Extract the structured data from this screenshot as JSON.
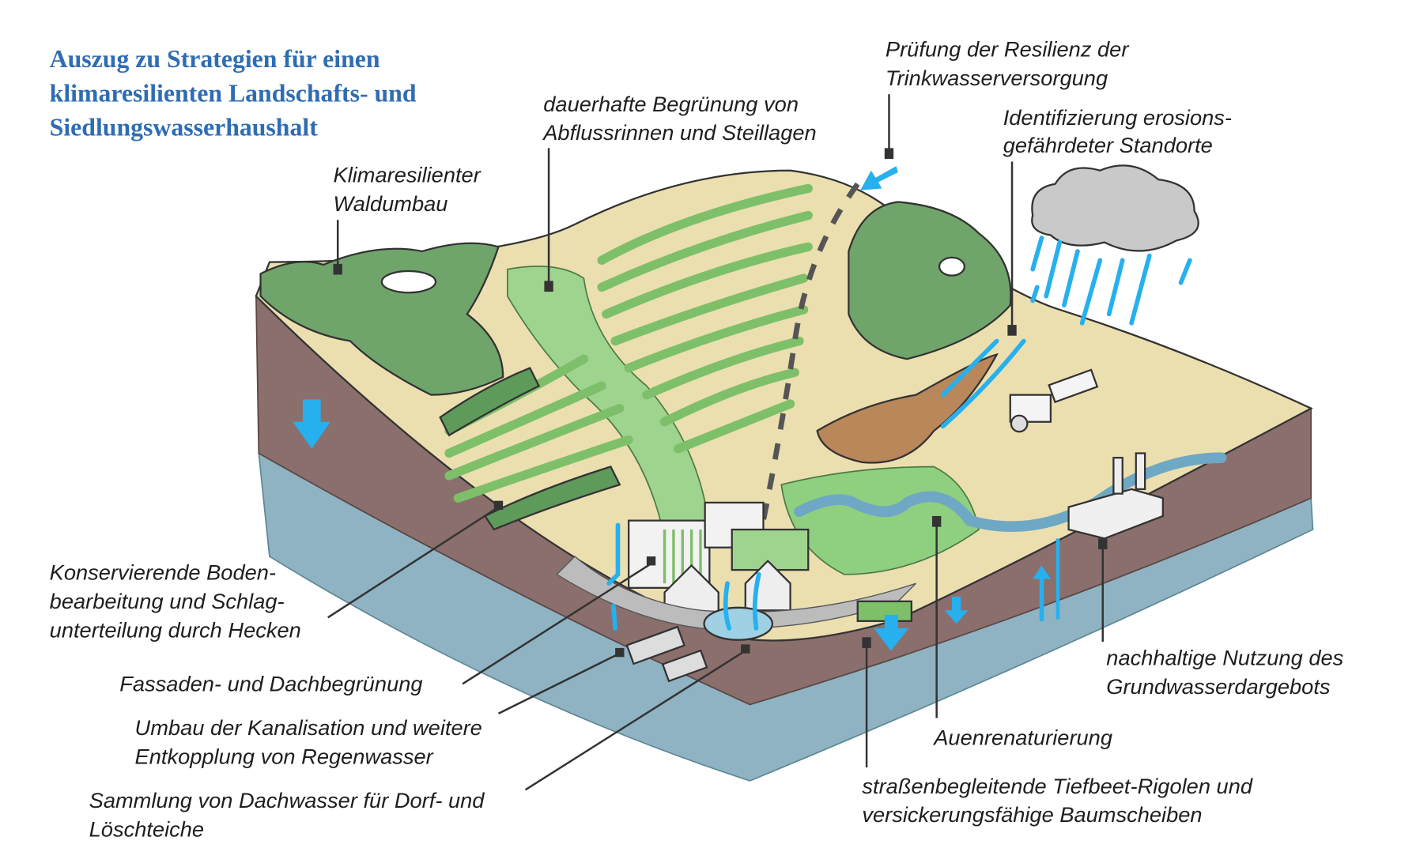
{
  "title": {
    "lines": [
      "Auszug zu Strategien für einen",
      "klimaresilienten Landschafts- und",
      "Siedlungswasserhaushalt"
    ],
    "color": "#2f6db3"
  },
  "labels": {
    "trinkwasser": [
      "Prüfung der Resilienz der",
      "Trinkwasserversorgung"
    ],
    "begruenung": [
      "dauerhafte Begrünung von",
      "Abflussrinnen und Steillagen"
    ],
    "erosion": [
      "Identifizierung erosions-",
      "gefährdeter Standorte"
    ],
    "wald": [
      "Klimaresilienter",
      "Waldumbau"
    ],
    "boden": [
      "Konservierende Boden-",
      "bearbeitung und Schlag-",
      "unterteilung durch Hecken"
    ],
    "fassaden": [
      "Fassaden- und Dachbegrünung"
    ],
    "kanalisation": [
      "Umbau der Kanalisation und weitere",
      "Entkopplung von Regenwasser"
    ],
    "dachwasser": [
      "Sammlung von Dachwasser für Dorf- und",
      "Löschteiche"
    ],
    "grundwasser": [
      "nachhaltige Nutzung des",
      "Grundwasserdargebots"
    ],
    "auen": [
      "Auenrenaturierung"
    ],
    "rigolen": [
      "straßenbegleitende Tiefbeet-Rigolen und",
      "versickerungsfähige Baumscheiben"
    ]
  },
  "colors": {
    "water": "#27b0ee",
    "soil": "#8a6f6c",
    "groundwater": "#8fb3c2",
    "field": "#ebdfb0",
    "forest": "#6fa56a",
    "meadow": "#9fd48f"
  }
}
